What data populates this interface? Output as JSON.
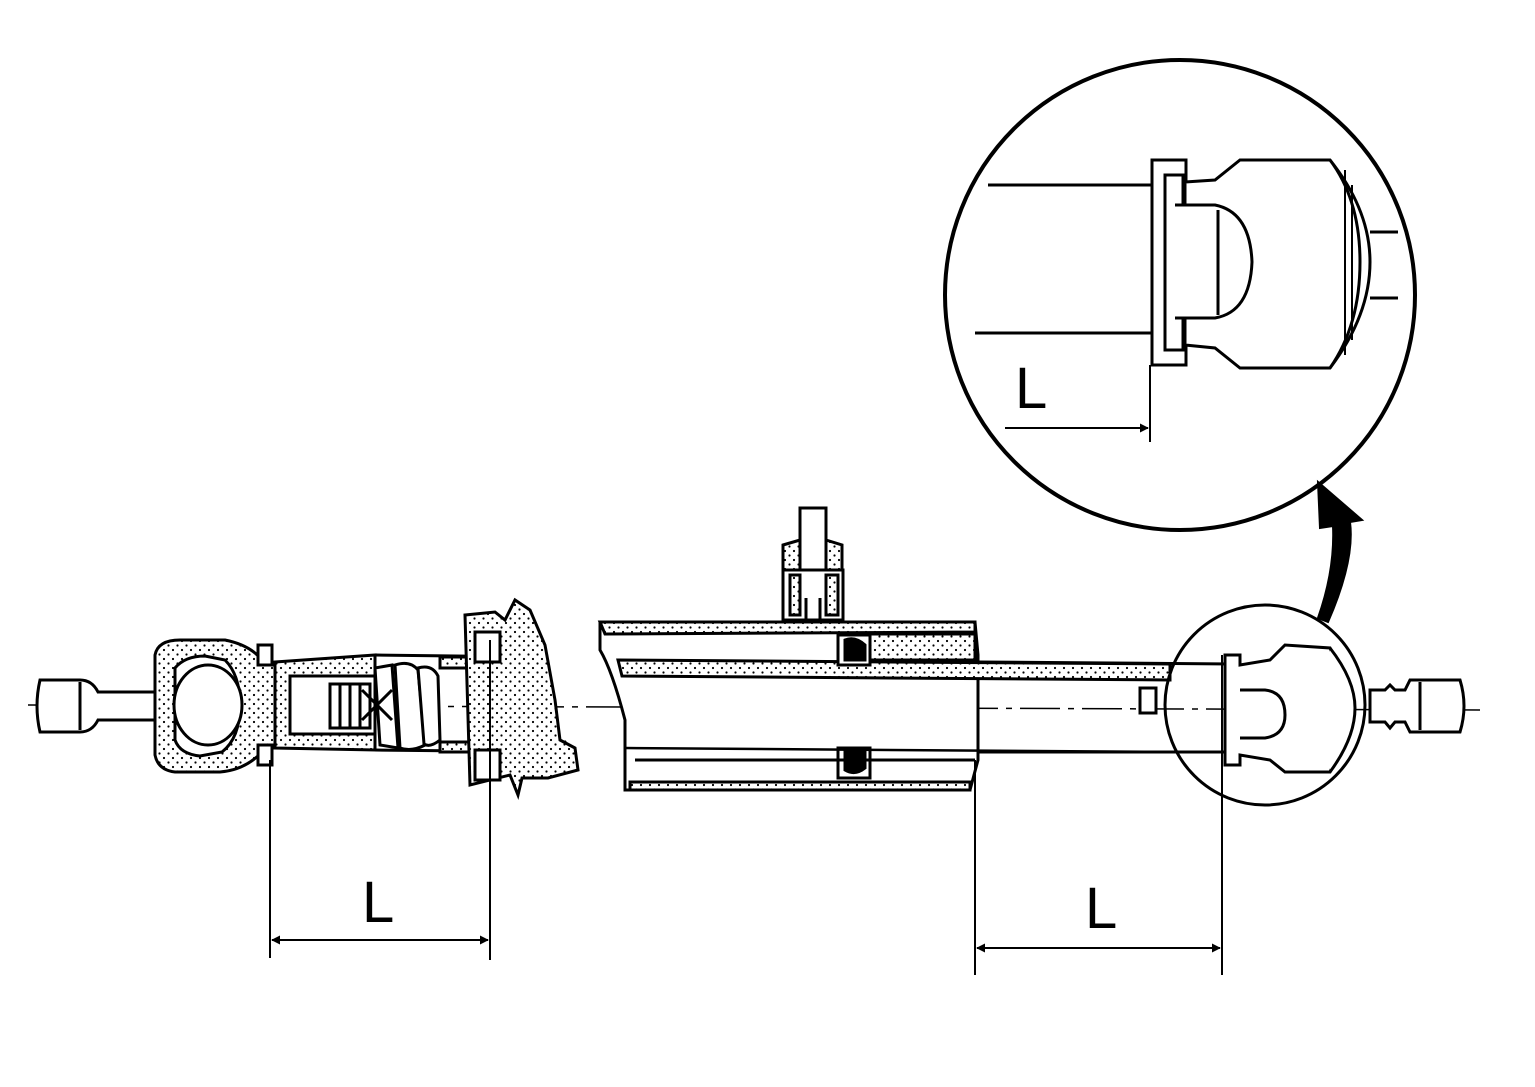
{
  "dimension_labels": {
    "left": "L",
    "right": "L",
    "detail": "L"
  },
  "colors": {
    "ink": "#000000",
    "paper": "#ffffff"
  }
}
